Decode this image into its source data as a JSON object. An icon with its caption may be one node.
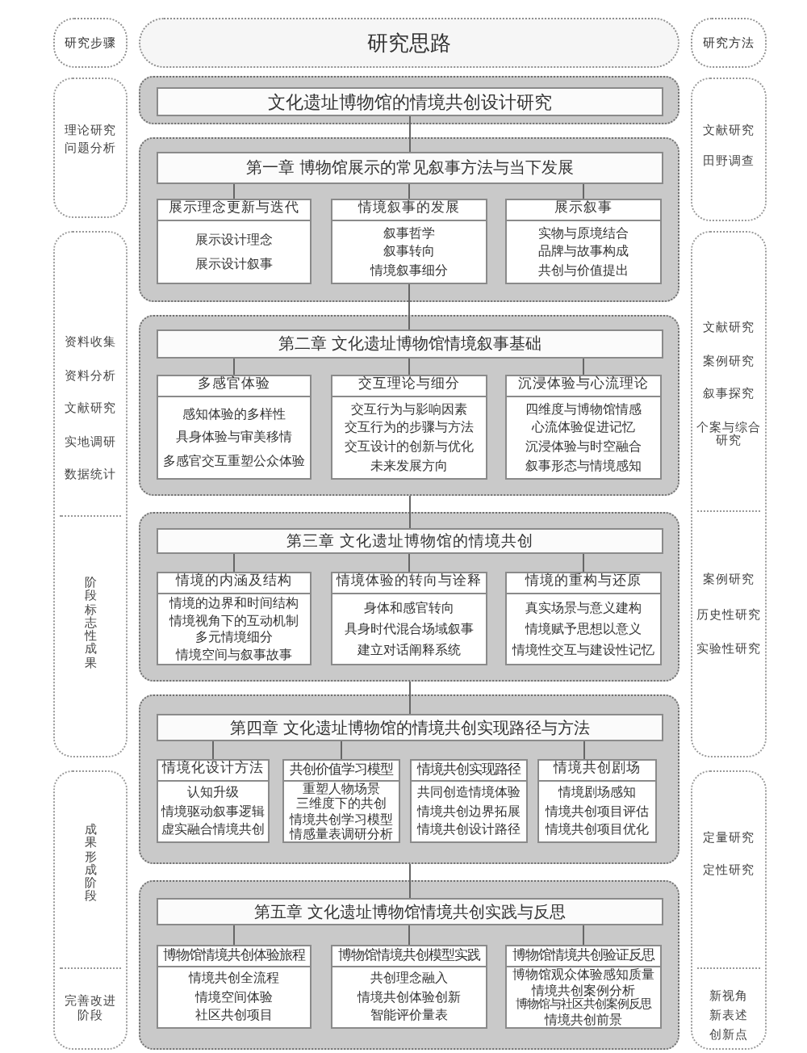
{
  "diagram": {
    "nodes": [
      {
        "text": [
          "研究步骤"
        ]
      },
      {
        "text": [
          "研究思路"
        ]
      },
      {
        "text": [
          "研究方法"
        ]
      },
      {
        "text": [
          "理论研究",
          "问题分析"
        ]
      },
      {
        "text": [
          "资料收集",
          "资料分析",
          "文献研究",
          "实地调研",
          "数据统计",
          "阶段标志性成果"
        ]
      },
      {
        "text": [
          "成果形成阶段",
          "完善改进阶段"
        ]
      },
      {
        "text": [],
        "shape": "box"
      },
      {
        "text": [
          "文化遗址博物馆的情境共创设计研究"
        ],
        "in": 6
      },
      {
        "text": [],
        "shape": "box"
      },
      {
        "text": [
          "第一章 博物馆展示的常见叙事方法与当下发展"
        ],
        "in": 8
      },
      {
        "text": [
          "展示理念更新与迭代",
          "展示设计理念",
          "展示设计叙事"
        ],
        "in": 8
      },
      {
        "text": [
          "情境叙事的发展",
          "叙事哲学",
          "叙事转向",
          "情境叙事细分"
        ],
        "in": 8
      },
      {
        "text": [
          "展示叙事",
          "实物与原境结合",
          "品牌与故事构成",
          "共创与价值提出"
        ],
        "in": 8
      },
      {
        "text": [],
        "shape": "box"
      },
      {
        "text": [
          "第二章 文化遗址博物馆情境叙事基础"
        ],
        "in": 13
      },
      {
        "text": [
          "多感官体验",
          "感知体验的多样性",
          "具身体验与审美移情",
          "多感官交互重塑公众体验"
        ],
        "in": 13
      },
      {
        "text": [
          "交互理论与细分",
          "交互行为与影响因素",
          "交互行为的步骤与方法",
          "交互设计的创新与优化",
          "未来发展方向"
        ],
        "in": 13
      },
      {
        "text": [
          "沉浸体验与心流理论",
          "四维度与博物馆情感",
          "心流体验促进记忆",
          "沉浸体验与时空融合",
          "叙事形态与情境感知"
        ],
        "in": 13
      },
      {
        "text": [],
        "shape": "box"
      },
      {
        "text": [
          "第三章 文化遗址博物馆的情境共创"
        ],
        "in": 18
      },
      {
        "text": [
          "情境的内涵及结构",
          "情境的边界和时间结构",
          "情境视角下的互动机制",
          "多元情境细分",
          "情境空间与叙事故事"
        ],
        "in": 18
      },
      {
        "text": [
          "情境体验的转向与诠释",
          "身体和感官转向",
          "具身时代混合场域叙事",
          "建立对话阐释系统"
        ],
        "in": 18
      },
      {
        "text": [
          "情境的重构与还原",
          "真实场景与意义建构",
          "情境赋予思想以意义",
          "情境性交互与建设性记忆"
        ],
        "in": 18
      },
      {
        "text": [],
        "shape": "box"
      },
      {
        "text": [
          "第四章 文化遗址博物馆的情境共创实现路径与方法"
        ],
        "in": 23
      },
      {
        "text": [
          "情境化设计方法",
          "认知升级",
          "情境驱动叙事逻辑",
          "虚实融合情境共创"
        ],
        "in": 23
      },
      {
        "text": [
          "共创价值学习模型",
          "重塑人物场景",
          "三维度下的共创",
          "情境共创学习模型",
          "情感量表调研分析"
        ],
        "in": 23
      },
      {
        "text": [
          "情境共创实现路径",
          "共同创造情境体验",
          "情境共创边界拓展",
          "情境共创设计路径"
        ],
        "in": 23
      },
      {
        "text": [
          "情境共创剧场",
          "情境剧场感知",
          "情境共创项目评估",
          "情境共创项目优化"
        ],
        "in": 23
      },
      {
        "text": [],
        "shape": "box"
      },
      {
        "text": [
          "第五章 文化遗址博物馆情境共创实践与反思"
        ],
        "in": 29
      },
      {
        "text": [
          "博物馆情境共创体验旅程",
          "情境共创全流程",
          "情境空间体验",
          "社区共创项目"
        ],
        "in": 29
      },
      {
        "text": [
          "博物馆情境共创模型实践",
          "共创理念融入",
          "情境共创体验创新",
          "智能评价量表"
        ],
        "in": 29
      },
      {
        "text": [
          "博物馆情境共创验证反思",
          "博物馆观众体验感知质量",
          "情境共创案例分析",
          "博物馆与社区共创案例反思",
          "情境共创前景"
        ],
        "in": 29
      },
      {
        "text": [
          "文献研究",
          "田野调查"
        ]
      },
      {
        "text": [
          "文献研究",
          "案例研究",
          "叙事探究",
          "个案与综合研究",
          "案例研究",
          "历史性研究",
          "实验性研究"
        ]
      },
      {
        "text": [
          "定量研究",
          "定性研究",
          "新视角",
          "新表述",
          "创新点"
        ]
      }
    ],
    "edges": [
      {
        "from": 7,
        "to": 9,
        "arrow": "none"
      },
      {
        "from": 9,
        "to": 10,
        "arrow": "none"
      },
      {
        "from": 9,
        "to": 11,
        "arrow": "none"
      },
      {
        "from": 9,
        "to": 12,
        "arrow": "none"
      },
      {
        "from": 11,
        "to": 14,
        "arrow": "none"
      },
      {
        "from": 14,
        "to": 15,
        "arrow": "none"
      },
      {
        "from": 14,
        "to": 16,
        "arrow": "none"
      },
      {
        "from": 14,
        "to": 17,
        "arrow": "none"
      },
      {
        "from": 13,
        "to": 19,
        "arrow": "none"
      },
      {
        "from": 19,
        "to": 20,
        "arrow": "none"
      },
      {
        "from": 19,
        "to": 21,
        "arrow": "none"
      },
      {
        "from": 19,
        "to": 22,
        "arrow": "none"
      },
      {
        "from": 18,
        "to": 24,
        "arrow": "none"
      },
      {
        "from": 24,
        "to": 25,
        "arrow": "none"
      },
      {
        "from": 24,
        "to": 26,
        "arrow": "none"
      },
      {
        "from": 24,
        "to": 28,
        "arrow": "none"
      },
      {
        "from": 23,
        "to": 30,
        "arrow": "none"
      },
      {
        "from": 30,
        "to": 31,
        "arrow": "none"
      },
      {
        "from": 30,
        "to": 32,
        "arrow": "none"
      },
      {
        "from": 30,
        "to": 33,
        "arrow": "none"
      }
    ]
  }
}
